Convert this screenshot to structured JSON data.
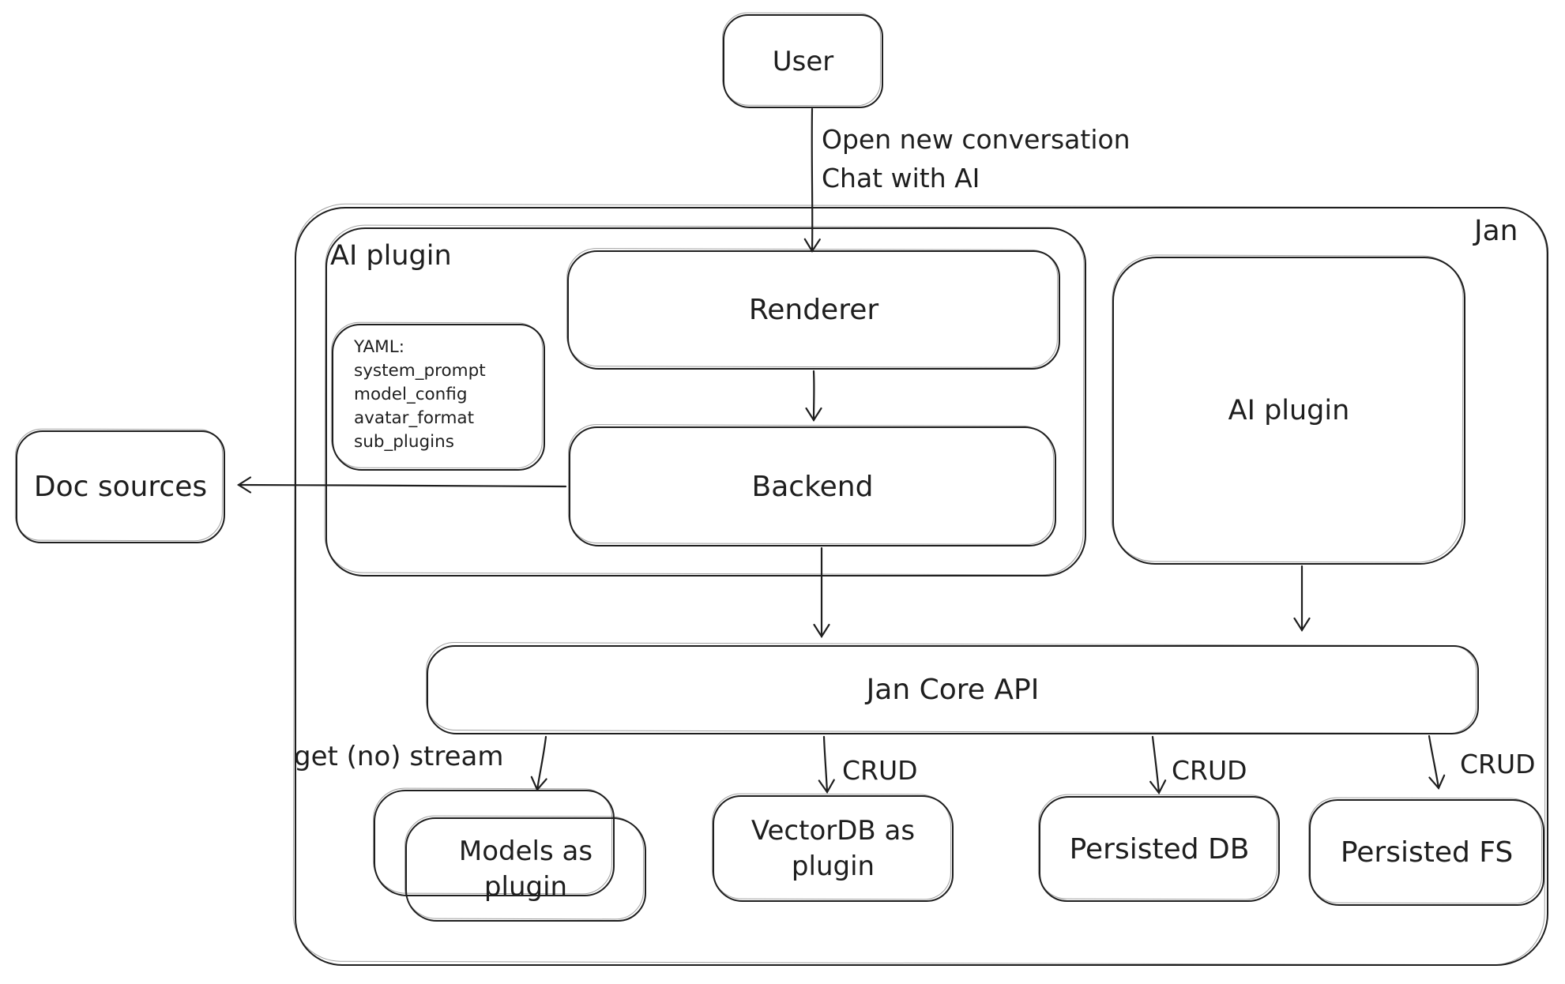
{
  "palette": {
    "stroke": "#1e1e1e",
    "background": "#ffffff"
  },
  "nodes": {
    "user": {
      "label": "User"
    },
    "jan_container": {
      "label": "Jan"
    },
    "ai_plugin_container": {
      "label": "AI plugin"
    },
    "yaml_note": {
      "lines": [
        "YAML:",
        "system_prompt",
        "model_config",
        "avatar_format",
        "sub_plugins"
      ]
    },
    "renderer": {
      "label": "Renderer"
    },
    "backend": {
      "label": "Backend"
    },
    "doc_sources": {
      "label": "Doc sources"
    },
    "ai_plugin_right": {
      "label": "AI plugin"
    },
    "jan_core_api": {
      "label": "Jan Core API"
    },
    "models_plugin": {
      "lines": [
        "Models as",
        "plugin"
      ]
    },
    "vectordb_plugin": {
      "lines": [
        "VectorDB as",
        "plugin"
      ]
    },
    "persisted_db": {
      "label": "Persisted DB"
    },
    "persisted_fs": {
      "label": "Persisted FS"
    }
  },
  "edge_labels": {
    "user_to_renderer": {
      "lines": [
        "Open new conversation",
        "Chat with AI"
      ]
    },
    "api_to_models": "get (no) stream",
    "api_to_vectordb": "CRUD",
    "api_to_persisted_db": "CRUD",
    "api_to_persisted_fs": "CRUD"
  }
}
